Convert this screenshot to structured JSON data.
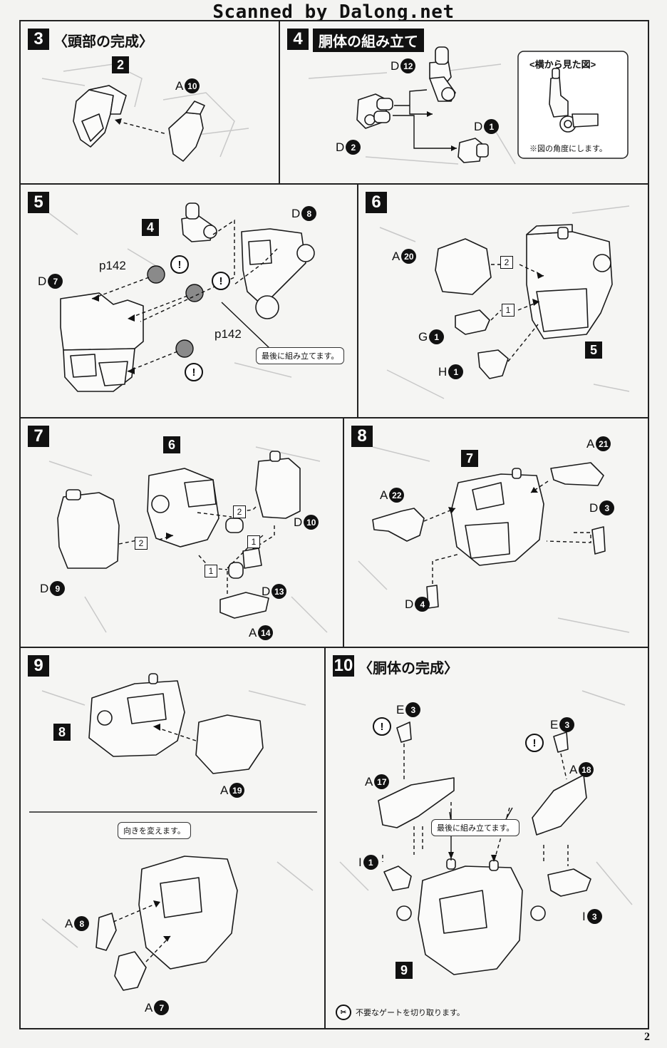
{
  "watermark": "Scanned by Dalong.net",
  "page_number": "2",
  "steps": {
    "s3": {
      "num": "3",
      "title": "〈頭部の完成〉",
      "sub_num": "2",
      "part_a_letter": "A",
      "part_a_no": "10"
    },
    "s4": {
      "num": "4",
      "title": "胴体の組み立て",
      "d12_letter": "D",
      "d12_no": "12",
      "d1_letter": "D",
      "d1_no": "1",
      "d2_letter": "D",
      "d2_no": "2",
      "side_view_title": "<横から見た図>",
      "side_view_note": "※図の角度にします。"
    },
    "s5": {
      "num": "5",
      "sub_num": "4",
      "d8_letter": "D",
      "d8_no": "8",
      "d7_letter": "D",
      "d7_no": "7",
      "ref1": "p142",
      "ref2": "p142",
      "note": "最後に組み立てます。",
      "warn": "!"
    },
    "s6": {
      "num": "6",
      "a20_letter": "A",
      "a20_no": "20",
      "g1_letter": "G",
      "g1_no": "1",
      "h1_letter": "H",
      "h1_no": "1",
      "sub_num": "5",
      "seq1": "1",
      "seq2": "2"
    },
    "s7": {
      "num": "7",
      "sub_num": "6",
      "d9_letter": "D",
      "d9_no": "9",
      "d10_letter": "D",
      "d10_no": "10",
      "d13_letter": "D",
      "d13_no": "13",
      "a14_letter": "A",
      "a14_no": "14",
      "seq1": "1",
      "seq2": "2"
    },
    "s8": {
      "num": "8",
      "sub_num": "7",
      "a21_letter": "A",
      "a21_no": "21",
      "a22_letter": "A",
      "a22_no": "22",
      "d3_letter": "D",
      "d3_no": "3",
      "d4_letter": "D",
      "d4_no": "4"
    },
    "s9": {
      "num": "9",
      "sub_num": "8",
      "a19_letter": "A",
      "a19_no": "19",
      "note": "向きを変えます。",
      "a8_letter": "A",
      "a8_no": "8",
      "a7_letter": "A",
      "a7_no": "7"
    },
    "s10": {
      "num": "10",
      "title": "〈胴体の完成〉",
      "e3a_letter": "E",
      "e3a_no": "3",
      "e3b_letter": "E",
      "e3b_no": "3",
      "a17_letter": "A",
      "a17_no": "17",
      "a18_letter": "A",
      "a18_no": "18",
      "i1_letter": "I",
      "i1_no": "1",
      "i3_letter": "I",
      "i3_no": "3",
      "note": "最後に組み立てます。",
      "sub_num": "9",
      "gate_note": "不要なゲートを切り取ります。",
      "warn": "!"
    }
  }
}
